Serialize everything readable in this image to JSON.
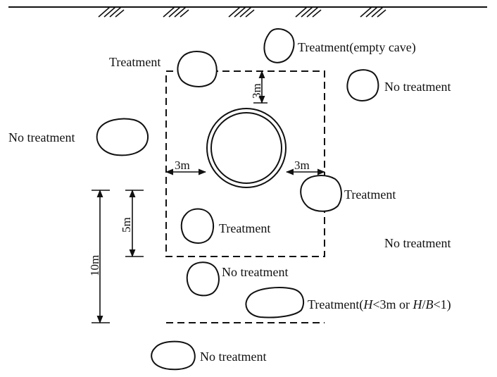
{
  "labels": {
    "treatment_empty_cave": "Treatment(empty cave)",
    "treatment_top_left": "Treatment",
    "no_treatment_right_top": "No treatment",
    "no_treatment_left": "No treatment",
    "treatment_right": "Treatment",
    "treatment_inner": "Treatment",
    "no_treatment_right_mid": "No treatment",
    "no_treatment_below": "No treatment",
    "treatment_condition_prefix": "Treatment(",
    "treatment_condition_H1": "H",
    "treatment_condition_mid": "<3m or ",
    "treatment_condition_H2": "H",
    "treatment_condition_slash": "/",
    "treatment_condition_B": "B",
    "treatment_condition_suffix": "<1)",
    "no_treatment_bottom": "No treatment"
  },
  "dimensions": {
    "top": "3m",
    "left": "3m",
    "right": "3m",
    "five": "5m",
    "ten": "10m"
  }
}
